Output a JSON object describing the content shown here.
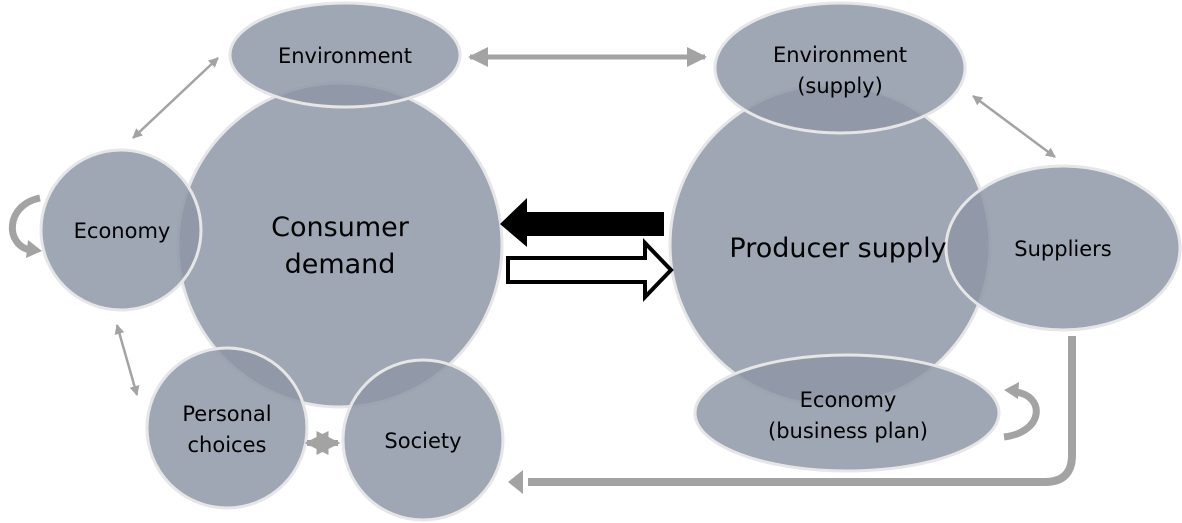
{
  "colors": {
    "node_fill": "#8e97a7",
    "node_stroke": "#e6e6e6",
    "arrow_gray": "#a3a3a3",
    "arrow_black": "#000000"
  },
  "consumer_side": {
    "main": "Consumer demand",
    "main_lines": [
      "Consumer",
      "demand"
    ],
    "environment": "Environment",
    "economy": "Economy",
    "personal_choices_lines": [
      "Personal",
      "choices"
    ],
    "society": "Society"
  },
  "producer_side": {
    "main": "Producer supply",
    "environment_lines": [
      "Environment",
      "(supply)"
    ],
    "suppliers": "Suppliers",
    "economy_lines": [
      "Economy",
      "(business plan)"
    ]
  },
  "connections": [
    {
      "from": "Environment",
      "to": "Environment (supply)",
      "type": "bidirectional"
    },
    {
      "from": "Economy",
      "to": "Environment",
      "type": "bidirectional"
    },
    {
      "from": "Economy",
      "to": "Personal choices",
      "type": "bidirectional"
    },
    {
      "from": "Personal choices",
      "to": "Society",
      "type": "bidirectional"
    },
    {
      "from": "Environment (supply)",
      "to": "Suppliers",
      "type": "bidirectional"
    },
    {
      "from": "Producer supply",
      "to": "Consumer demand",
      "type": "solid-black"
    },
    {
      "from": "Consumer demand",
      "to": "Producer supply",
      "type": "hollow"
    },
    {
      "from": "Suppliers",
      "to": "Society",
      "type": "elbow"
    },
    {
      "from": "Economy",
      "to": "Economy",
      "type": "loop"
    },
    {
      "from": "Economy (business plan)",
      "to": "Economy (business plan)",
      "type": "loop"
    }
  ]
}
